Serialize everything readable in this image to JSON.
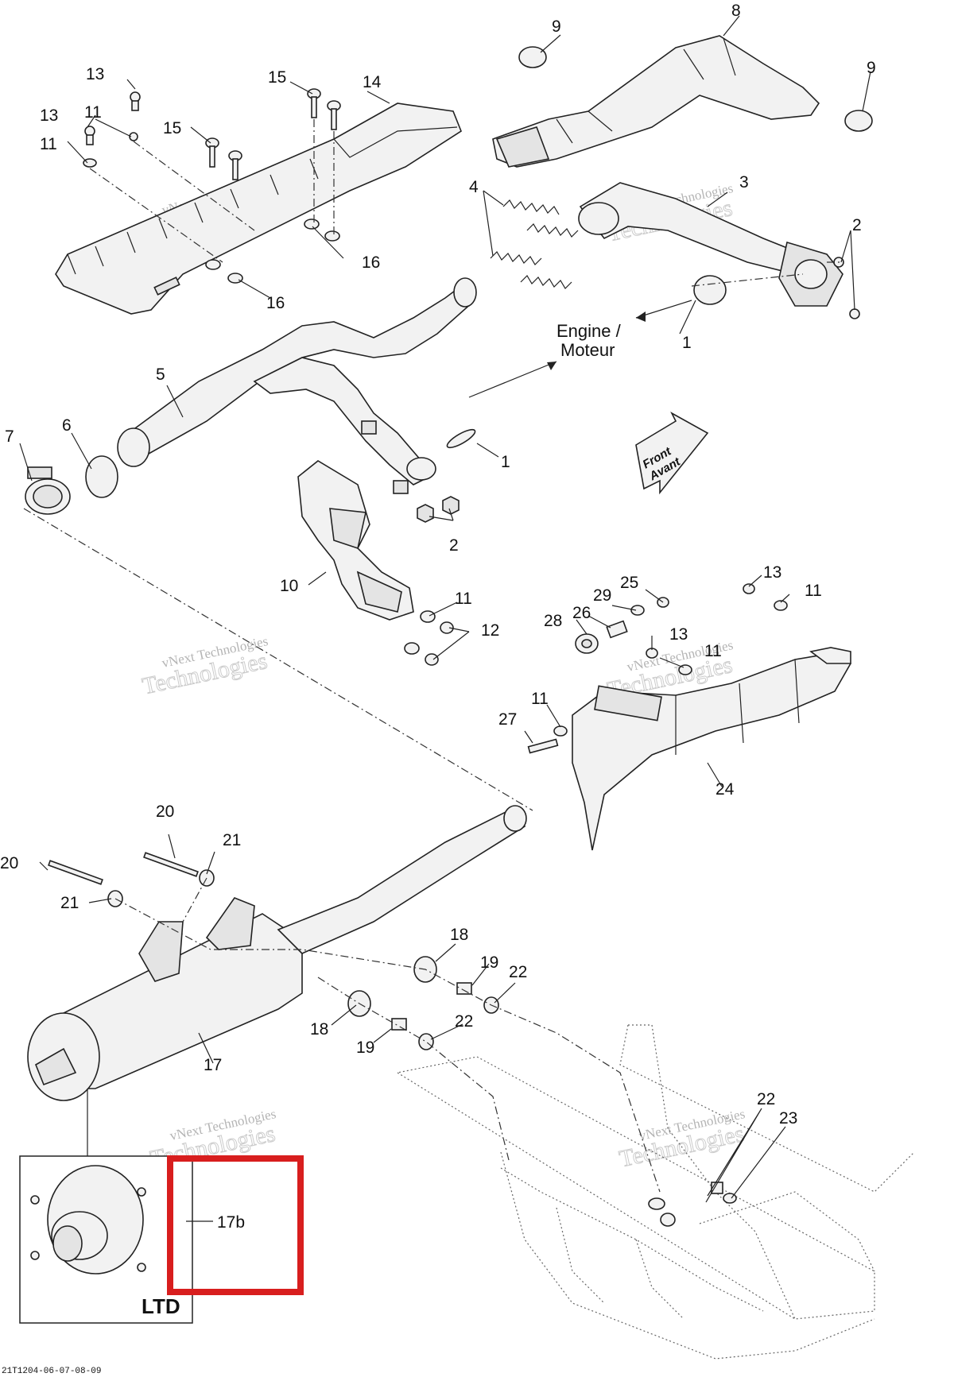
{
  "callouts": {
    "n1a": "1",
    "n1b": "1",
    "n2a": "2",
    "n2b": "2",
    "n3": "3",
    "n4": "4",
    "n5": "5",
    "n6": "6",
    "n7": "7",
    "n8": "8",
    "n9a": "9",
    "n9b": "9",
    "n10": "10",
    "n11a": "11",
    "n11b": "11",
    "n11c": "11",
    "n11d": "11",
    "n11e": "11",
    "n11f": "11",
    "n12": "12",
    "n13a": "13",
    "n13b": "13",
    "n13c": "13",
    "n13d": "13",
    "n14": "14",
    "n15a": "15",
    "n15b": "15",
    "n16a": "16",
    "n16b": "16",
    "n17": "17",
    "n17b": "17b",
    "n18a": "18",
    "n18b": "18",
    "n19a": "19",
    "n19b": "19",
    "n20a": "20",
    "n20b": "20",
    "n21a": "21",
    "n21b": "21",
    "n22a": "22",
    "n22b": "22",
    "n22c": "22",
    "n23": "23",
    "n24": "24",
    "n25": "25",
    "n26": "26",
    "n27": "27",
    "n28": "28",
    "n29": "29"
  },
  "engine_label": {
    "line1": "Engine /",
    "line2": "Moteur"
  },
  "front_label": {
    "line1": "Front",
    "line2": "Avant"
  },
  "inset_label": "LTD",
  "drawing_code": "21T1204-06-07-08-09",
  "watermark": {
    "line1": "vNext Technologies",
    "line2": "Technologies",
    "line3": "vNext"
  },
  "highlight": {
    "color": "#d81e1e"
  }
}
